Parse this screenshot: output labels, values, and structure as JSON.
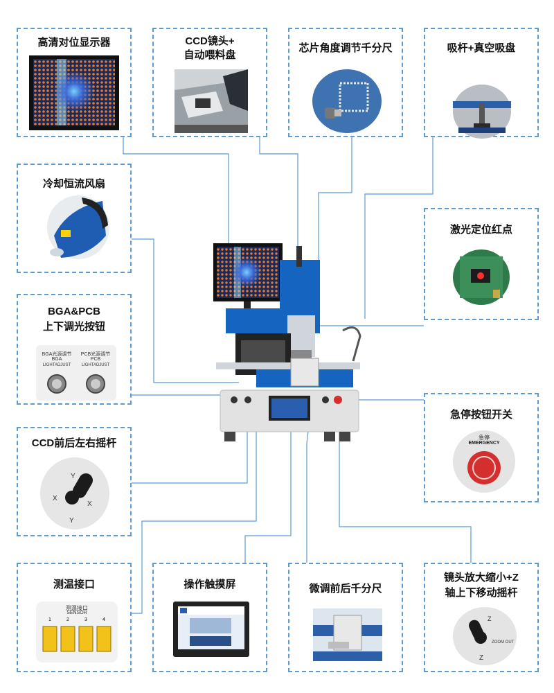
{
  "boxes": {
    "monitor": "高清对位显示器",
    "ccd_line1": "CCD镜头+",
    "ccd_line2": "自动喂料盘",
    "chip_angle": "芯片角度调节千分尺",
    "nozzle": "吸杆+真空吸盘",
    "fan": "冷却恒流风扇",
    "laser": "激光定位红点",
    "light_line1": "BGA&PCB",
    "light_line2": "上下调光按钮",
    "emergency": "急停按钮开关",
    "joystick": "CCD前后左右摇杆",
    "sensor": "测温接口",
    "touch": "操作触摸屏",
    "micrometer": "微调前后千分尺",
    "zoom_line1": "镜头放大缩小+Z",
    "zoom_line2": "轴上下移动摇杆"
  },
  "photo_text": {
    "light_left": "BGA光源调节",
    "light_left_sub": "BGA",
    "light_left_eng": "LIGHTADJUST",
    "light_right": "PCB光源调节",
    "light_right_sub": "PCB",
    "light_right_eng": "LIGHTADJUST",
    "emergency_cn": "急停",
    "emergency_en": "EMERGENCY",
    "sensor_cn": "测温接口",
    "sensor_en": "SENSOR",
    "sensor_nums": [
      "1",
      "2",
      "3",
      "4"
    ],
    "zoom_out": "ZOOM OUT"
  },
  "colors": {
    "border": "#5b9bd5",
    "machine_blue": "#1565c0",
    "red_button": "#d32f2f"
  }
}
